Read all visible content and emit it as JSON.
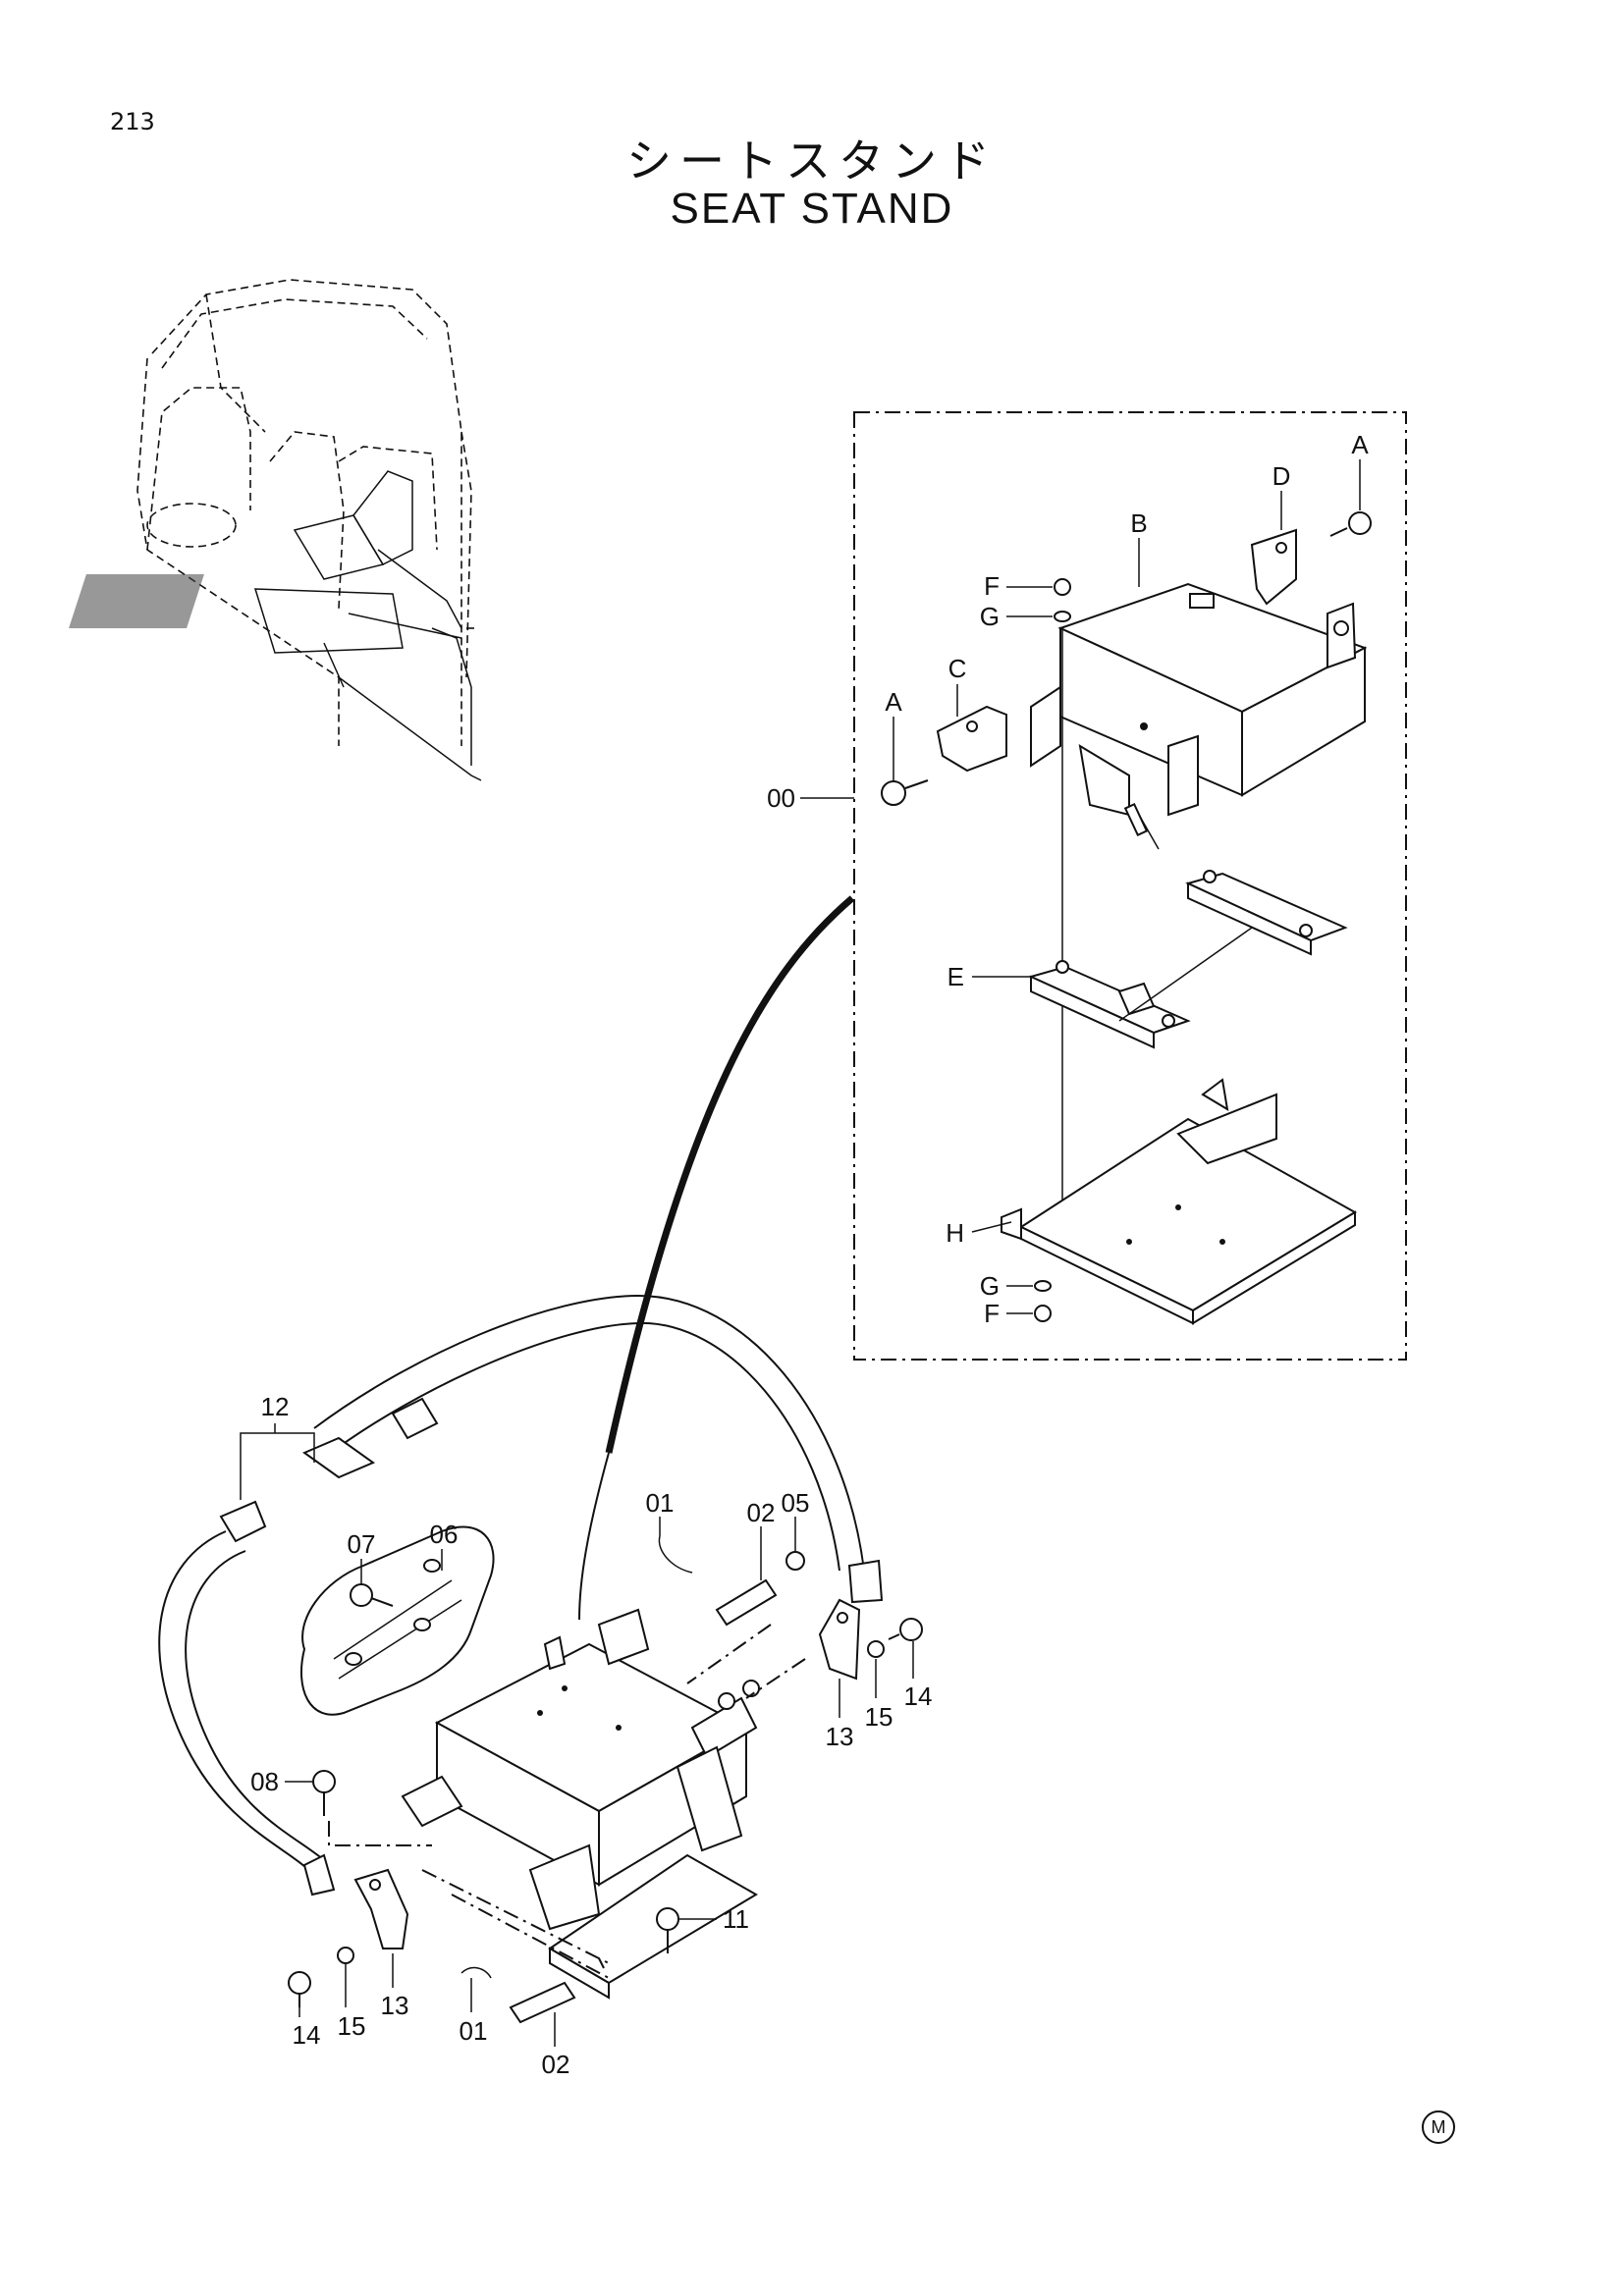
{
  "page_number": "213",
  "title": {
    "japanese": "シートスタンド",
    "english": "SEAT STAND"
  },
  "mark": "M",
  "callouts": {
    "A": "A",
    "B": "B",
    "C": "C",
    "D": "D",
    "E": "E",
    "F": "F",
    "G": "G",
    "H": "H",
    "p00": "00",
    "p01": "01",
    "p02": "02",
    "p05": "05",
    "p06": "06",
    "p07": "07",
    "p08": "08",
    "p11": "11",
    "p12": "12",
    "p13": "13",
    "p14": "14",
    "p15": "15"
  }
}
